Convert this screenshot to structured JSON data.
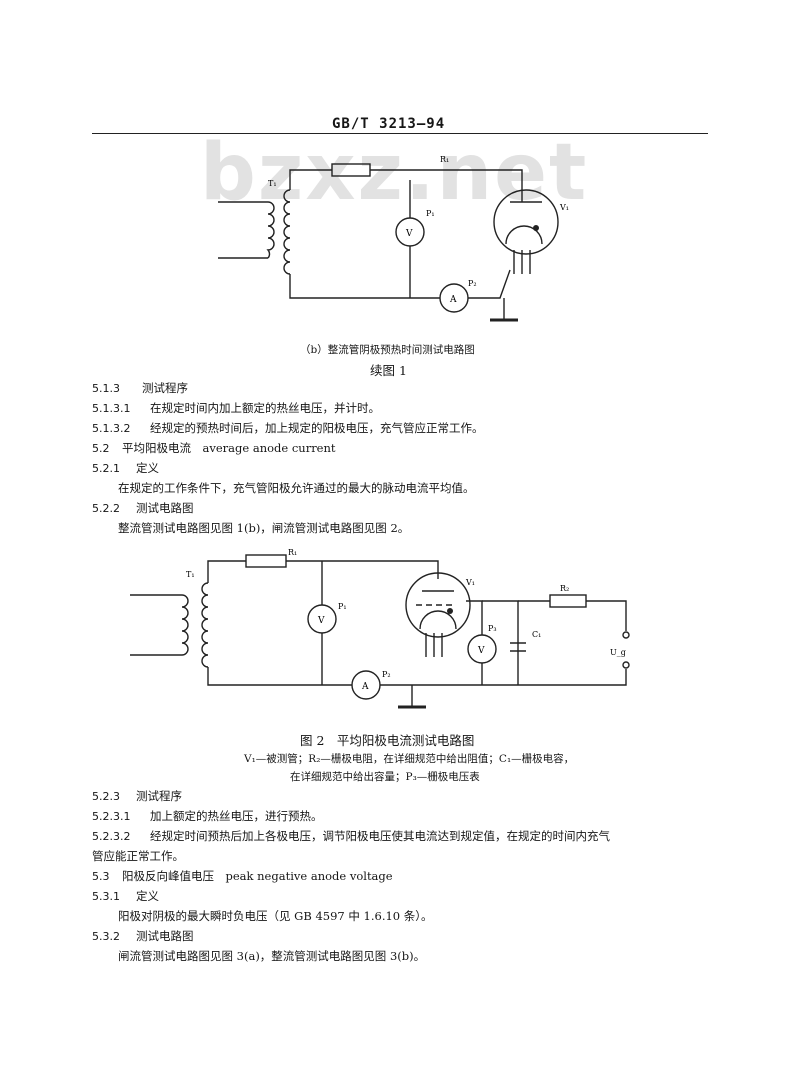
{
  "header": {
    "standard": "GB/T 3213—94"
  },
  "watermark": "bzxz.net",
  "figure_b": {
    "caption": "（b）整流管阴极预热时间测试电路图",
    "subcaption": "续图 1",
    "labels": {
      "t1": "T₁",
      "r1": "R₁",
      "p1": "P₁",
      "v1": "V₁",
      "p2": "P₂",
      "meter_v": "V",
      "meter_a": "A"
    }
  },
  "sections": [
    {
      "num": "5.1.3",
      "text": "测试程序"
    },
    {
      "num": "5.1.3.1",
      "text": "在规定时间内加上额定的热丝电压，并计时。"
    },
    {
      "num": "5.1.3.2",
      "text": "经规定的预热时间后，加上规定的阳极电压，充气管应正常工作。"
    },
    {
      "num": "5.2",
      "text": "平均阳极电流　average anode current"
    },
    {
      "num": "5.2.1",
      "text": "定义"
    },
    {
      "num": "",
      "text": "在规定的工作条件下，充气管阳极允许通过的最大的脉动电流平均值。"
    },
    {
      "num": "5.2.2",
      "text": "测试电路图"
    },
    {
      "num": "",
      "text": "整流管测试电路图见图 1(b)，闸流管测试电路图见图 2。"
    }
  ],
  "figure_2": {
    "labels": {
      "t1": "T₁",
      "r1": "R₁",
      "p1": "P₁",
      "v1": "V₁",
      "p2": "P₂",
      "p3": "P₃",
      "r2": "R₂",
      "c1": "C₁",
      "ug": "U_g",
      "meter_v": "V",
      "meter_a": "A"
    },
    "caption": "图 2　平均阳极电流测试电路图",
    "note_line1": "V₁—被测管；R₂—栅极电阻，在详细规范中给出阻值；C₁—栅极电容，",
    "note_line2": "在详细规范中给出容量；P₃—栅极电压表"
  },
  "sections2": [
    {
      "num": "5.2.3",
      "text": "测试程序"
    },
    {
      "num": "5.2.3.1",
      "text": "加上额定的热丝电压，进行预热。"
    },
    {
      "num": "5.2.3.2",
      "text": "经规定时间预热后加上各极电压，调节阳极电压使其电流达到规定值，在规定的时间内充气"
    },
    {
      "num": "",
      "text": "管应能正常工作。"
    },
    {
      "num": "5.3",
      "text": "阳极反向峰值电压　peak negative anode voltage"
    },
    {
      "num": "5.3.1",
      "text": "定义"
    },
    {
      "num": "",
      "text": "阳极对阴极的最大瞬时负电压（见 GB 4597 中 1.6.10 条）。"
    },
    {
      "num": "5.3.2",
      "text": "测试电路图"
    },
    {
      "num": "",
      "text": "闸流管测试电路图见图 3(a)，整流管测试电路图见图 3(b)。"
    }
  ]
}
